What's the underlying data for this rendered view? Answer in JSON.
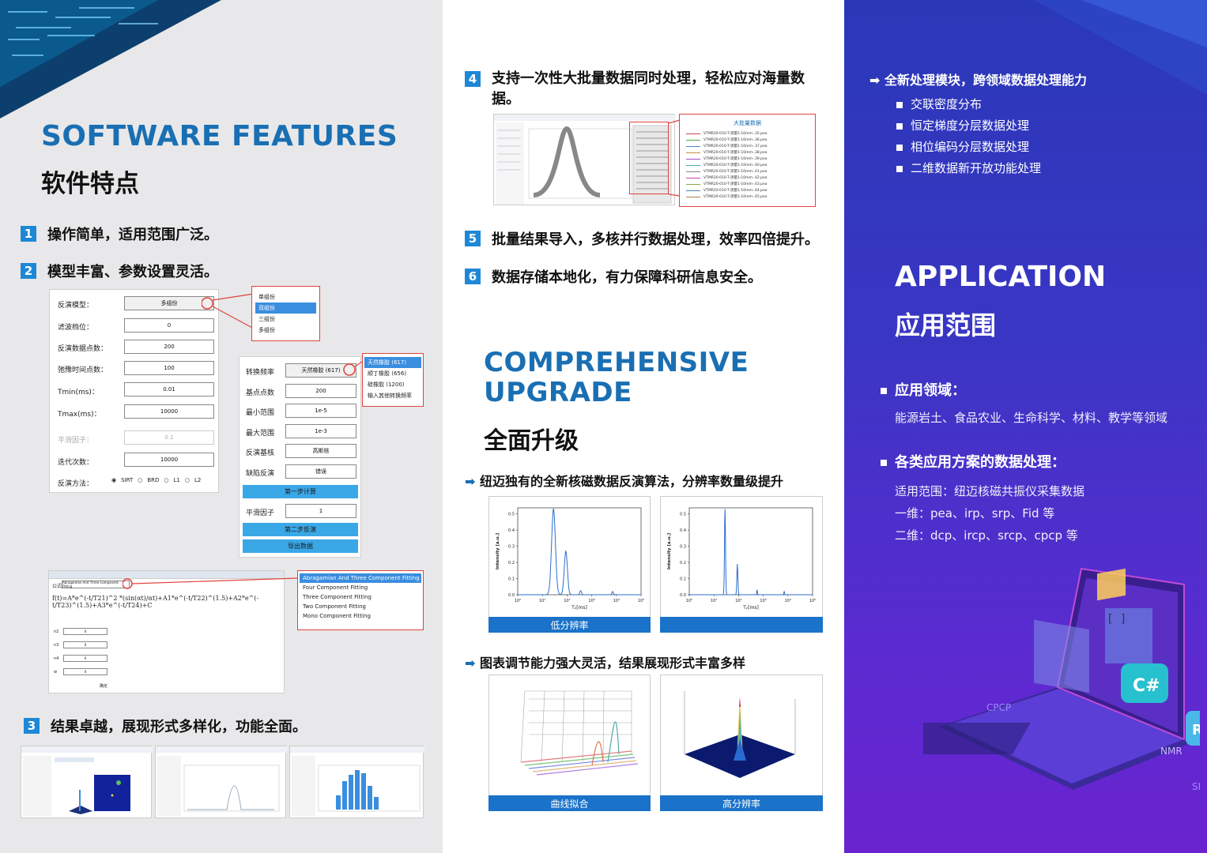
{
  "left": {
    "title_en": "SOFTWARE FEATURES",
    "title_zh": "软件特点",
    "features": [
      {
        "num": "1",
        "text": "操作简单，适用范围广泛。"
      },
      {
        "num": "2",
        "text": "模型丰富、参数设置灵活。"
      },
      {
        "num": "3",
        "text": "结果卓越，展现形式多样化，功能全面。"
      }
    ],
    "form1": {
      "labels": [
        "反演模型：",
        "滤波档位：",
        "反演数据点数：",
        "弛豫时间点数：",
        "Tmin(ms)：",
        "Tmax(ms)：",
        "平滑因子：",
        "迭代次数：",
        "反演方法："
      ],
      "values": [
        "多组份",
        "0",
        "200",
        "100",
        "0.01",
        "10000",
        "0.1",
        "10000"
      ],
      "dropdown": [
        "单组份",
        "双组份",
        "三组份",
        "多组份"
      ],
      "radio": [
        "SIRT",
        "BRD",
        "L1",
        "L2"
      ]
    },
    "form2": {
      "labels": [
        "转换频率",
        "基点点数",
        "最小范围",
        "最大范围",
        "反演基核",
        "缺陷反演",
        "平滑因子"
      ],
      "values": [
        "天然橡胶 (617)",
        "200",
        "1e-5",
        "1e-3",
        "高斯核",
        "错误",
        "1"
      ],
      "buttons": [
        "第一步计算",
        "第二步反演",
        "导出数据"
      ],
      "dropdown": [
        "天然橡胶 (617)",
        "顺丁橡胶 (656)",
        "硅橡胶 (1200)",
        "输入其他转换频率"
      ]
    },
    "formula": {
      "title": "Abragamian And Three Component Fitting",
      "label": "公式：",
      "formula_text": "f(t)=A*e^(-t/T21)^2 *(sin(αt)/αt)+A1*e^(-t/T22)^(1.5)+A2*e^(-t/T23)^(1.5)+A3*e^(-t/T24)+C",
      "params": [
        "n2",
        "n3",
        "n4",
        "w"
      ],
      "ok": "确定",
      "dropdown": [
        "Abragamian And Three Component Fitting",
        "Four Component Fitting",
        "Three Component Fitting",
        "Two Component Fitting",
        "Mono Component Fitting"
      ]
    }
  },
  "mid": {
    "features": [
      {
        "num": "4",
        "text": "支持一次性大批量数据同时处理，轻松应对海量数据。"
      },
      {
        "num": "5",
        "text": "批量结果导入，多核并行数据处理，效率四倍提升。"
      },
      {
        "num": "6",
        "text": "数据存储本地化，有力保障科研信息安全。"
      }
    ],
    "batch_title": "大批量数据",
    "batch_files": [
      "VTMR20-010-T-测量1-10mm-.35.pea",
      "VTMR20-010-T-测量1-10mm-.36.pea",
      "VTMR20-010-T-测量1-10mm-.37.pea",
      "VTMR20-010-T-测量1-10mm-.38.pea",
      "VTMR20-010-T-测量1-10mm-.39.pea",
      "VTMR20-010-T-测量1-10mm-.40.pea",
      "VTMR20-010-T-测量1-10mm-.41.pea",
      "VTMR20-010-T-测量1-10mm-.42.pea",
      "VTMR20-010-T-测量1-10mm-.43.pea",
      "VTMR20-010-T-测量1-10mm-.44.pea",
      "VTMR20-010-T-测量1-10mm-.45.pea"
    ],
    "upgrade_en_1": "COMPREHENSIVE",
    "upgrade_en_2": "UPGRADE",
    "upgrade_zh": "全面升级",
    "point1": "纽迈独有的全新核磁数据反演算法，分辨率数量级提升",
    "point2": "图表调节能力强大灵活，结果展现形式丰富多样",
    "captions": [
      "低分辨率",
      "",
      "曲线拟合",
      "高分辨率"
    ],
    "axis_y": "Intensity [a.u.]",
    "axis_x": "T₂[ms]",
    "yticks": [
      "0.0",
      "0.1",
      "0.2",
      "0.3",
      "0.4",
      "0.5"
    ],
    "xticks": [
      "10⁰",
      "10¹",
      "10²",
      "10³",
      "10⁴",
      "10⁵"
    ]
  },
  "right": {
    "head": "全新处理模块，跨领域数据处理能力",
    "list": [
      "交联密度分布",
      "恒定梯度分层数据处理",
      "相位编码分层数据处理",
      "二维数据新开放功能处理"
    ],
    "app_en": "APPLICATION",
    "app_zh": "应用范围",
    "field_h": "应用领域：",
    "field_t": "能源岩土、食品农业、生命科学、材料、教学等领域",
    "plan_h": "各类应用方案的数据处理：",
    "plan_lines": [
      "适用范围：纽迈核磁共振仪采集数据",
      "一维：pea、irp、srp、Fid 等",
      "二维：dcp、ircp、srcp、cpcp 等"
    ],
    "laptop_labels": [
      "C#",
      "R",
      "NMR",
      "SRCP",
      "CPCP"
    ]
  },
  "colors": {
    "accent": "#1e88d6",
    "title_blue": "#1a6fb3",
    "caption_blue": "#1a72c9",
    "red": "#e0433d",
    "right_bg": "#3a36c4"
  }
}
